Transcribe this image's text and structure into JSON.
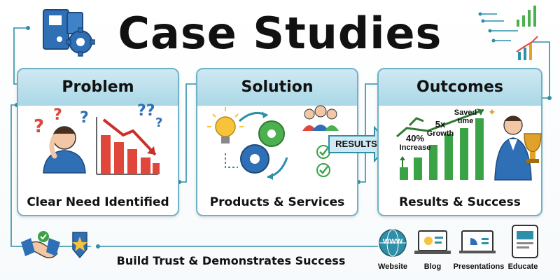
{
  "title": "Case Studies",
  "panels": [
    {
      "heading": "Problem",
      "caption": "Clear Need Identified"
    },
    {
      "heading": "Solution",
      "caption": "Products & Services"
    },
    {
      "heading": "Outcomes",
      "caption": "Results & Success"
    }
  ],
  "arrow_label": "RESULTS",
  "outcome_labels": {
    "increase_pct": "40%",
    "increase_word": "Increase",
    "growth_mult": "5x",
    "growth_word": "Growth",
    "saved": "Saved",
    "time": "time"
  },
  "footer": {
    "tagline": "Build Trust & Demonstrates Success",
    "website": "Website",
    "blog": "Blog",
    "presentations": "Presentations",
    "educate": "Educate",
    "www": "WWW"
  },
  "colors": {
    "teal": "#2e8fa8",
    "panel_border": "#6fb2c7",
    "panel_head": "#a9d7e6",
    "red_bar": "#e0463a",
    "green_bar": "#3aa346",
    "gear_blue": "#2f6fb6",
    "gear_green": "#4caf50",
    "bulb": "#f6c33a"
  },
  "icons": [
    "binder-gear-icon",
    "chart-bars-icon",
    "confused-person-icon",
    "declining-chart-icon",
    "lightbulb-icon",
    "gears-icon",
    "team-icon",
    "checkmarks-icon",
    "growth-chart-icon",
    "trophy-person-icon",
    "handshake-icon",
    "badge-star-icon",
    "globe-icon",
    "laptop-icon",
    "presentation-icon",
    "tablet-icon"
  ]
}
